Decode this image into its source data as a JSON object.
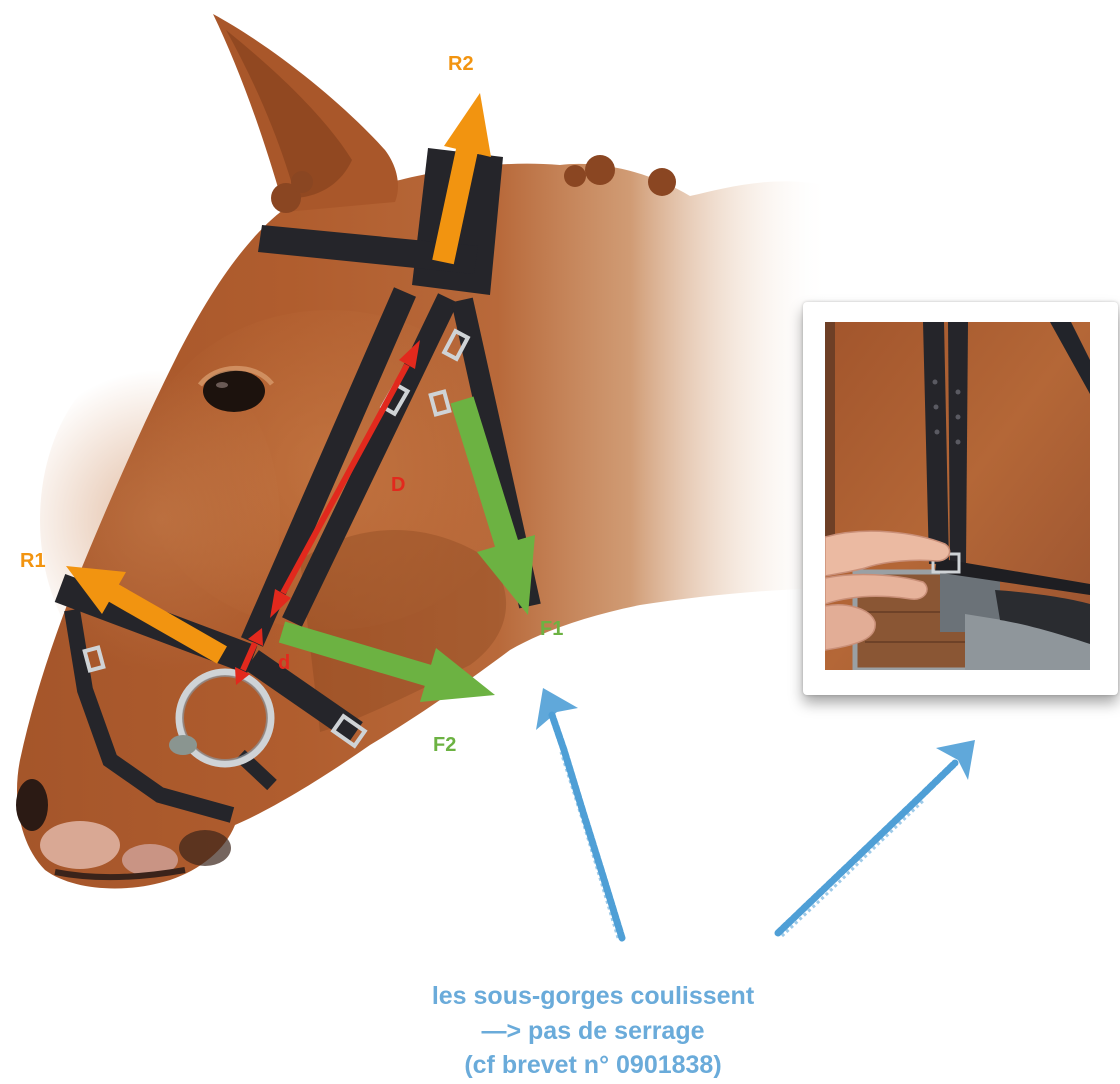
{
  "labels": {
    "r2": "R2",
    "r1": "R1",
    "force_d_long": "D",
    "force_d_short": "d",
    "f1": "F1",
    "f2": "F2"
  },
  "caption": {
    "line1": "les sous-gorges coulissent",
    "line2": "—> pas de serrage",
    "line3": "(cf brevet n° 0901838)"
  },
  "colors": {
    "reaction_arrow": "#f29410",
    "distance_arrow": "#e2291d",
    "force_arrow": "#6cb242",
    "annotation": "#4f9fd6",
    "caption_text": "#6aabda",
    "strap": "#25252a",
    "buckle": "#cfd3d6"
  }
}
